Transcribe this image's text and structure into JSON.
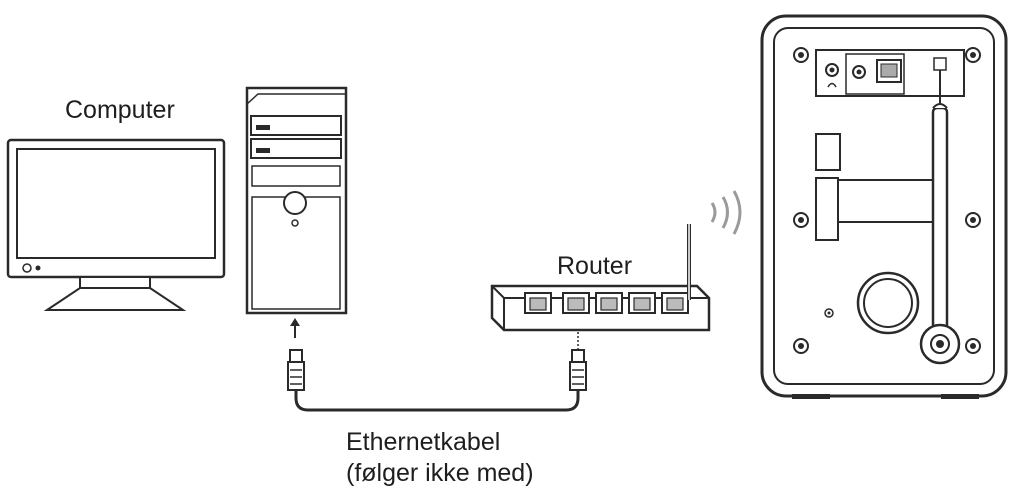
{
  "labels": {
    "computer": "Computer",
    "router": "Router",
    "cable_line1": "Ethernetkabel",
    "cable_line2": "(følger ikke med)"
  },
  "icons": {
    "monitor": "monitor-icon",
    "tower": "computer-tower-icon",
    "router": "router-icon",
    "radio": "radio-back-panel-icon",
    "wifi": "wifi-signal-icon",
    "cable": "ethernet-cable-icon"
  },
  "colors": {
    "stroke": "#2a2a2a",
    "fill": "#ffffff",
    "shade": "#dcdcdc",
    "text": "#1e1e1e"
  }
}
